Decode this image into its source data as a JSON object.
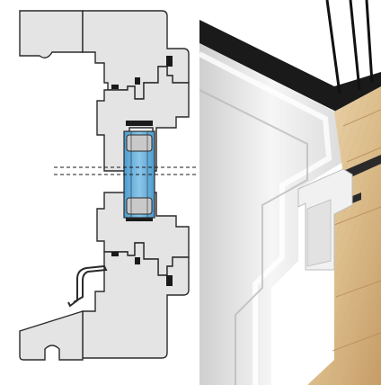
{
  "figure": {
    "left_panel": "window-profile-cross-section",
    "right_panel": "window-frame-3d-cutaway",
    "colors": {
      "background": "#ffffff",
      "profile_fill": "#e5e5e5",
      "profile_stroke": "#2b2b2b",
      "glass_blue": "#5aa8d8",
      "glass_blue_light": "#9fd0ef",
      "spacer_grey": "#bdbdbd",
      "gasket_black": "#1a1a1a",
      "wood_light": "#e6cfa8",
      "wood_mid": "#d4b585",
      "wood_dark": "#b98f5d",
      "aluminium_white": "#f2f2f2",
      "aluminium_shade": "#c9c9c9"
    },
    "icons": {
      "section_line": "dashed-cut-line",
      "glass": "double-glazing-unit"
    }
  }
}
